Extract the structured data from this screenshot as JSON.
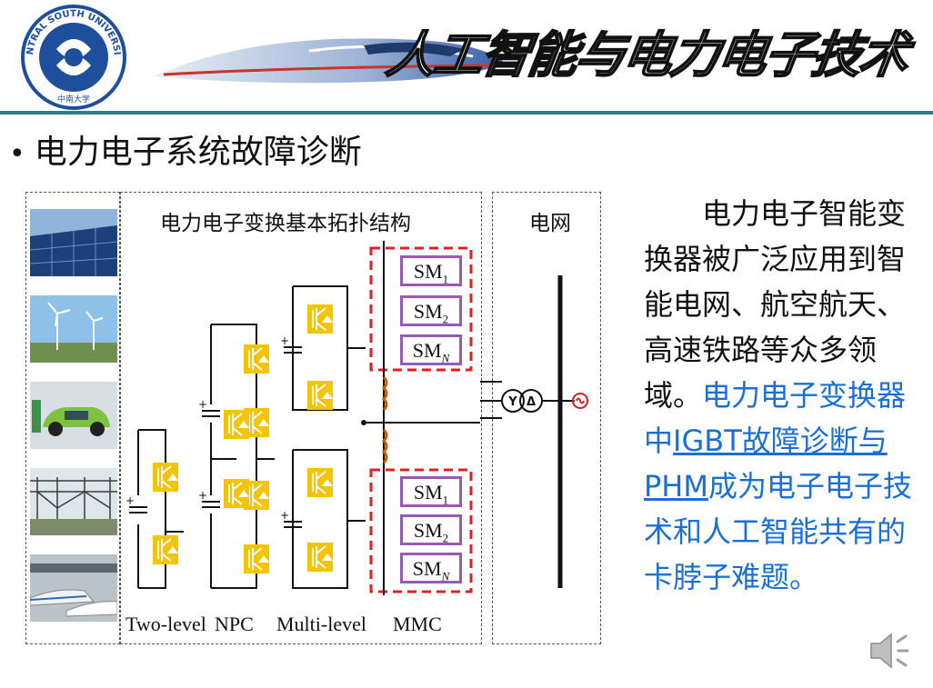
{
  "header": {
    "logo_text": "CENTRAL SOUTH UNIVERSITY",
    "logo_subtext": "中南大学",
    "title": "人工智能与电力电子技术"
  },
  "bullet": {
    "marker": "•",
    "text": "电力电子系统故障诊断"
  },
  "diagram": {
    "title": "电力电子变换基本拓扑结构",
    "grid_label": "电网",
    "labels": [
      "Two-level",
      "NPC",
      "Multi-level",
      "MMC"
    ],
    "sm_upper": [
      {
        "base": "SM",
        "sub": "1"
      },
      {
        "base": "SM",
        "sub": "2"
      },
      {
        "base": "SM",
        "sub": "N"
      }
    ],
    "sm_lower": [
      {
        "base": "SM",
        "sub": "1"
      },
      {
        "base": "SM",
        "sub": "2"
      },
      {
        "base": "SM",
        "sub": "N"
      }
    ],
    "transformer_left": "Y",
    "transformer_right": "Δ"
  },
  "photos": [
    "solar-panels",
    "wind-turbines",
    "electric-vehicle",
    "power-substation",
    "high-speed-trains"
  ],
  "description": {
    "part1": "电力电子智能变换器被广泛应用到智能电网、航空航天、高速铁路等众多领域。",
    "part2": "电力电子变换器中",
    "part3": "IGBT故障诊断与PHM",
    "part4": "成为电子电子技术和人工智能共有的卡脖子难题。"
  },
  "colors": {
    "accent": "#2e7d86",
    "highlight": "#1a6fd6",
    "igbt": "#f5c400",
    "mmc_box": "#e02020",
    "sm_border": "#9b59b6"
  }
}
